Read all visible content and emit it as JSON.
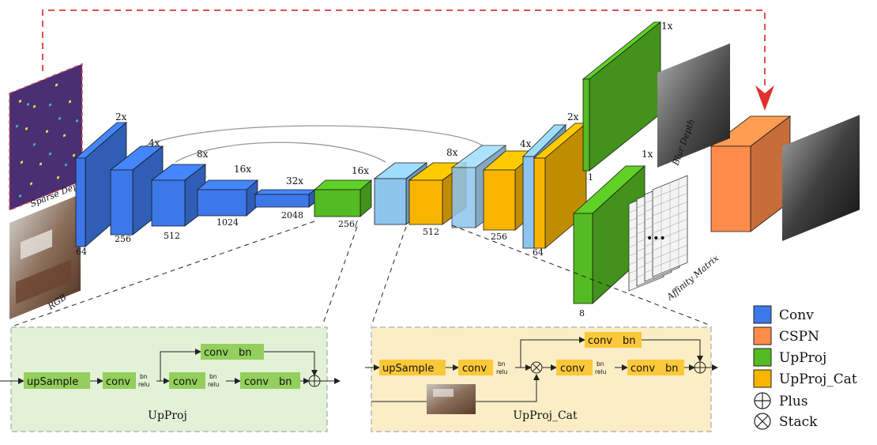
{
  "encoder": {
    "scale_labels": [
      "2x",
      "4x",
      "8x",
      "16x",
      "32x"
    ],
    "channel_labels": [
      "64",
      "256",
      "512",
      "1024",
      "2048"
    ]
  },
  "decoder": {
    "scale_labels": [
      "16x",
      "8x",
      "4x",
      "2x"
    ],
    "channel_labels": [
      "256/",
      "512",
      "256",
      "64"
    ]
  },
  "outputs": {
    "top_scale": "1x",
    "top_channels": "1",
    "bottom_scale": "1x",
    "bottom_channels": "8"
  },
  "image_labels": {
    "sparse_depth": "Sparse Depth",
    "rgb": "RGB",
    "blur_depth": "Blur Depth",
    "affinity_matrix": "Affinity Matrix"
  },
  "upproj_panel": {
    "title": "UpProj",
    "upsample": "upSample",
    "conv": "conv",
    "bn": "bn",
    "bn_relu_top": "bn",
    "bn_relu_bottom": "relu"
  },
  "upproj_cat_panel": {
    "title": "UpProj_Cat",
    "upsample": "upSample",
    "conv": "conv",
    "bn": "bn",
    "bn_relu_top": "bn",
    "bn_relu_bottom": "relu"
  },
  "legend": {
    "items": [
      {
        "label": "Conv",
        "color": "#3d78ea"
      },
      {
        "label": "CSPN",
        "color": "#ff8c4a"
      },
      {
        "label": "UpProj",
        "color": "#55bb22"
      },
      {
        "label": "UpProj_Cat",
        "color": "#f7b500"
      }
    ],
    "plus": "Plus",
    "stack": "Stack"
  },
  "colors": {
    "conv": "#3d78ea",
    "light_blue": "#8ec5ee",
    "upproj": "#55bb22",
    "upproj_cat": "#f7b500",
    "cspn": "#ff8c4a",
    "panel_green": "#e3f1d7",
    "panel_yellow": "#fbeec6",
    "module_green": "#93cf5c",
    "module_yellow": "#fbc83a",
    "red_arrow": "#e05050",
    "sparse_bg": "#4a2f74"
  }
}
